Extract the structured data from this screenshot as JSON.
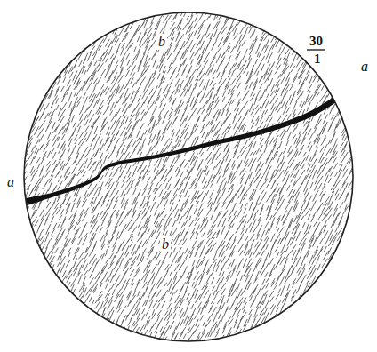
{
  "diagram": {
    "labels": [
      "30",
      "1",
      "b",
      "a",
      "a",
      "b"
    ]
  }
}
